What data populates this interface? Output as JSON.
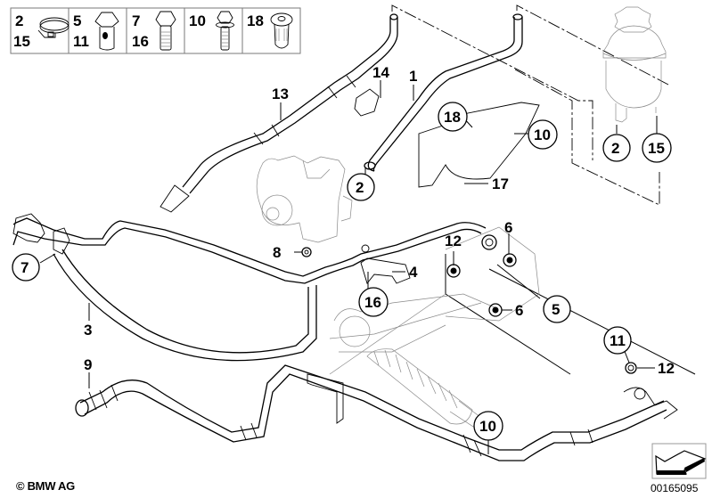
{
  "diagram": {
    "title": "Power steering hydraulic lines",
    "legend": {
      "cells": [
        {
          "labels": [
            "2",
            "15"
          ],
          "icon": "hose-clamp-icon"
        },
        {
          "labels": [
            "5",
            "11"
          ],
          "icon": "banjo-bolt-icon"
        },
        {
          "labels": [
            "7",
            "16"
          ],
          "icon": "hex-bolt-icon"
        },
        {
          "labels": [
            "10"
          ],
          "icon": "flange-bolt-icon"
        },
        {
          "labels": [
            "18"
          ],
          "icon": "socket-rivet-icon"
        }
      ]
    },
    "callouts": [
      {
        "id": "c1",
        "label": "1",
        "circled": false
      },
      {
        "id": "c2a",
        "label": "2",
        "circled": true
      },
      {
        "id": "c2b",
        "label": "2",
        "circled": true
      },
      {
        "id": "c3",
        "label": "3",
        "circled": false
      },
      {
        "id": "c4",
        "label": "4",
        "circled": false
      },
      {
        "id": "c5",
        "label": "5",
        "circled": true
      },
      {
        "id": "c6a",
        "label": "6",
        "circled": false
      },
      {
        "id": "c6b",
        "label": "6",
        "circled": false
      },
      {
        "id": "c7",
        "label": "7",
        "circled": true
      },
      {
        "id": "c8",
        "label": "8",
        "circled": false
      },
      {
        "id": "c9",
        "label": "9",
        "circled": false
      },
      {
        "id": "c10a",
        "label": "10",
        "circled": true
      },
      {
        "id": "c10b",
        "label": "10",
        "circled": true
      },
      {
        "id": "c11",
        "label": "11",
        "circled": true
      },
      {
        "id": "c12a",
        "label": "12",
        "circled": false
      },
      {
        "id": "c12b",
        "label": "12",
        "circled": false
      },
      {
        "id": "c13",
        "label": "13",
        "circled": false
      },
      {
        "id": "c14",
        "label": "14",
        "circled": false
      },
      {
        "id": "c15",
        "label": "15",
        "circled": true
      },
      {
        "id": "c16",
        "label": "16",
        "circled": true
      },
      {
        "id": "c17",
        "label": "17",
        "circled": false
      },
      {
        "id": "c18",
        "label": "18",
        "circled": true
      }
    ]
  },
  "footer": {
    "copyright": "© BMW AG",
    "image_number": "00165095",
    "direction_icon": "arrow-direction-icon"
  }
}
